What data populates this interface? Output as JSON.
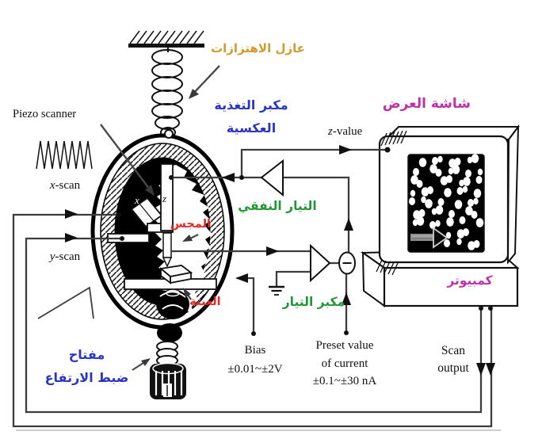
{
  "diagram": {
    "labels_en": {
      "piezo_scanner": "Piezo scanner",
      "x_scan": "x-scan",
      "y_scan": "y-scan",
      "z_value": "z-value",
      "bias_title": "Bias",
      "bias_range": "±0.01~±2V",
      "preset_line1": "Preset value",
      "preset_line2": "of current",
      "preset_range": "±0.1~±30 nA",
      "scan_line1": "Scan",
      "scan_line2": "output",
      "axis_x": "x",
      "axis_z": "z"
    },
    "labels_ar": {
      "vibration_isolator": "عازل الاهتزازات",
      "feedback_amp_line1": "مكبر التغذية",
      "feedback_amp_line2": "العكسية",
      "tunneling_current": "التيار النفقي",
      "probe": "المجس",
      "sample": "العينة",
      "current_amp": "مكبر التيار",
      "height_switch_line1": "مفتاح",
      "height_switch_line2": "ضبط الارتفاع",
      "display_screen": "شاشة العرض",
      "computer": "كمبيوتر"
    },
    "colors": {
      "gold": "#d49a2b",
      "blue": "#2a35c5",
      "green": "#1f9732",
      "red": "#e52a25",
      "magenta": "#bd30a9",
      "wire": "#3d3d3d"
    }
  }
}
